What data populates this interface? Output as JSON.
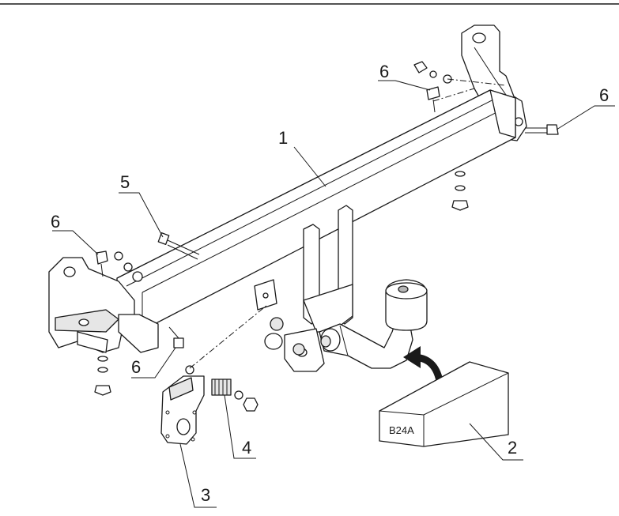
{
  "callouts": {
    "c1": "1",
    "c2": "2",
    "c3": "3",
    "c4": "4",
    "c5": "5",
    "c6_top": "6",
    "c6_right": "6",
    "c6_left": "6",
    "c6_bottom": "6"
  },
  "box_label": "B24A",
  "colors": {
    "line": "#1a1a1a",
    "fill": "#ffffff",
    "shade": "#e6e6e6",
    "dark": "#b5b5b5"
  }
}
